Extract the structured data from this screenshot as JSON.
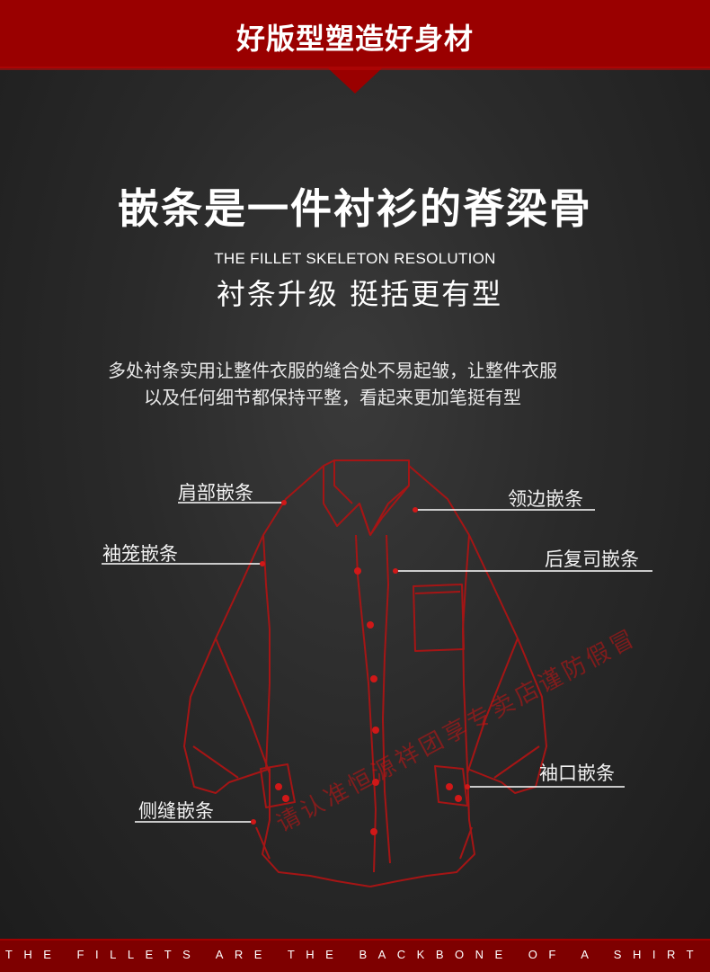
{
  "banner": {
    "title": "好版型塑造好身材"
  },
  "headline": "嵌条是一件衬衫的脊梁骨",
  "subtitle_en": "THE FILLET SKELETON RESOLUTION",
  "subtitle_zh": "衬条升级 挺括更有型",
  "description": {
    "line1": "多处衬条实用让整件衣服的缝合处不易起皱，让整件衣服",
    "line2": "以及任何细节都保持平整，看起来更加笔挺有型"
  },
  "callouts": {
    "shoulder": "肩部嵌条",
    "collar": "领边嵌条",
    "sleeve_cage": "袖笼嵌条",
    "back_yoke": "后复司嵌条",
    "cuff": "袖口嵌条",
    "side_seam": "侧缝嵌条"
  },
  "watermark": "请认准恒源祥团享专卖店谨防假冒",
  "footer": "THE FILLETS ARE THE BACKBONE OF A SHIRT",
  "colors": {
    "banner_red": "#9a0000",
    "accent_red": "#d01818",
    "footer_red": "#7e0000"
  }
}
